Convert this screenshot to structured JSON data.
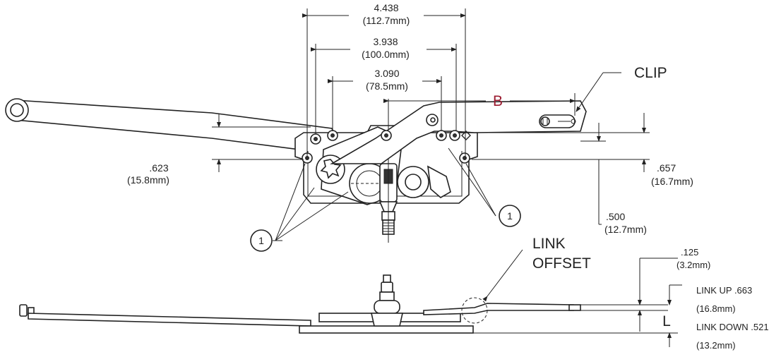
{
  "dimensions": {
    "overall_width": {
      "inch": "4.438",
      "mm": "(112.7mm)"
    },
    "mid_width": {
      "inch": "3.938",
      "mm": "(100.0mm)"
    },
    "inner_width": {
      "inch": "3.090",
      "mm": "(78.5mm)"
    },
    "left_offset": {
      "inch": ".623",
      "mm": "(15.8mm)"
    },
    "right_offset": {
      "inch": ".657",
      "mm": "(16.7mm)"
    },
    "arm_offset": {
      "inch": ".500",
      "mm": "(12.7mm)"
    },
    "link_rise": {
      "inch": ".125",
      "mm": "(3.2mm)"
    },
    "link_up": {
      "label": "LINK UP .663",
      "mm": "(16.8mm)"
    },
    "link_down": {
      "label": "LINK DOWN .521",
      "mm": "(13.2mm)"
    }
  },
  "labels": {
    "clip": "CLIP",
    "b": "B",
    "link_offset_line1": "LINK",
    "link_offset_line2": "OFFSET",
    "l": "L",
    "callout_left": "1",
    "callout_right": "1"
  },
  "colors": {
    "accent": "#9b1b30",
    "line": "#222222"
  }
}
